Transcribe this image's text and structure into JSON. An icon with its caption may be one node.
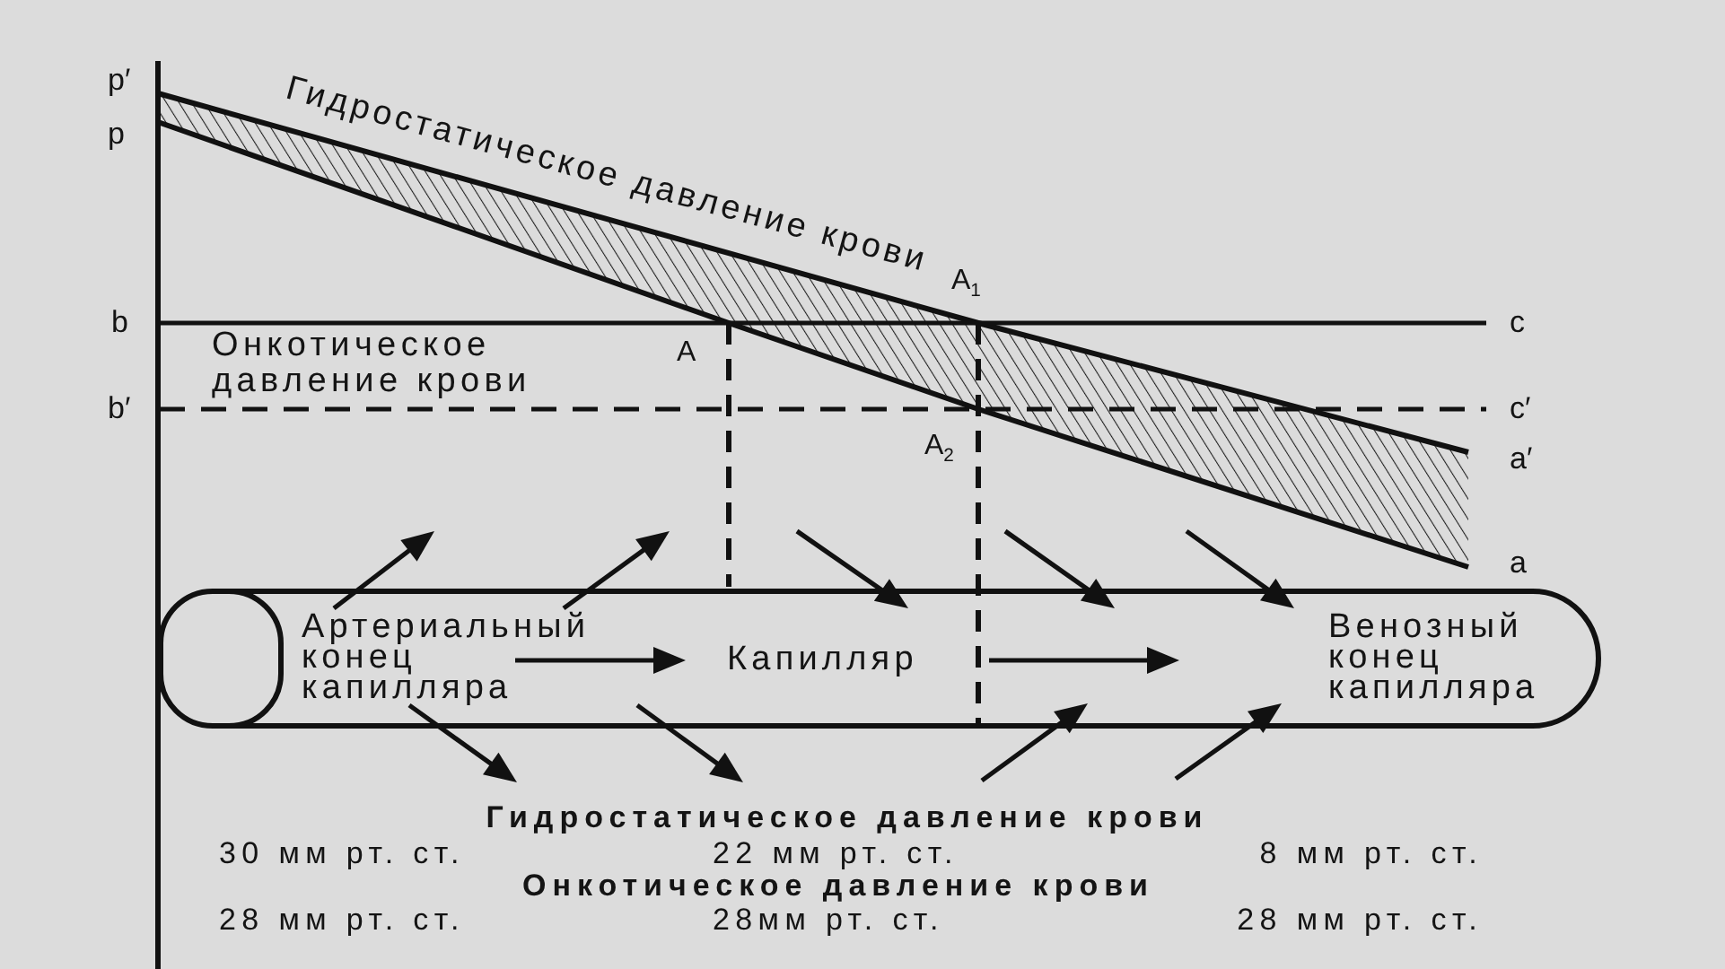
{
  "diagram": {
    "nodes": [
      {
        "text": [
          "Артериальный конец капилляра",
          "Капилляр",
          "Венозный конец капилляра"
        ]
      }
    ],
    "labels": [
      "p′",
      "p",
      "Гидростатическое давление крови",
      "A$_{1}$",
      "b",
      "Онкотическое давление крови",
      "A",
      "c",
      "b′",
      "c′",
      "A$_{2}$",
      "a′",
      "a",
      "Гидростатическое давление крови",
      "30 мм рт. ст.",
      "22 мм рт. ст.",
      "8 мм рт. ст.",
      "Онкотическое давление крови",
      "28 мм рт. ст.",
      "28мм рт. ст.",
      "28 мм рт. ст."
    ]
  }
}
